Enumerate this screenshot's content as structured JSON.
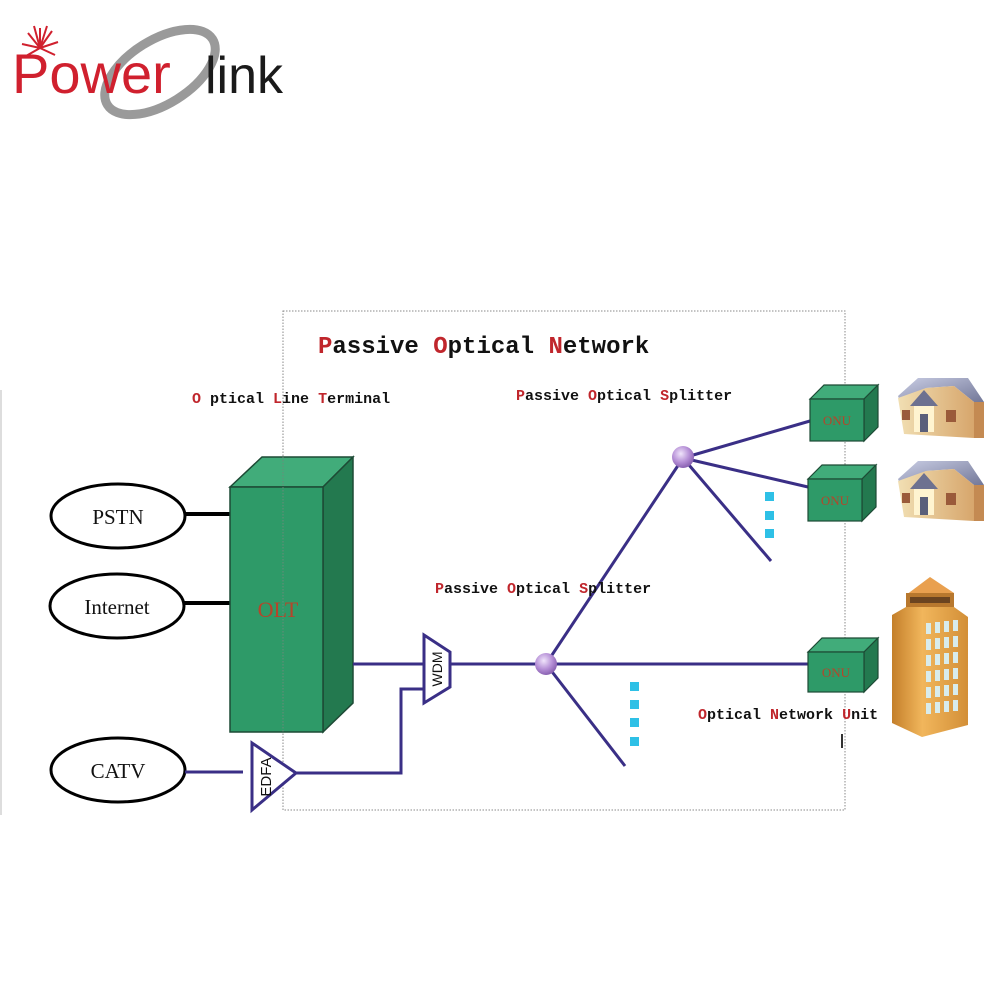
{
  "logo": {
    "brand_part1": "Power",
    "brand_part2": "link",
    "color_primary": "#d0202e",
    "color_secondary": "#1a1a1a",
    "swoosh_color": "#9a9a9a"
  },
  "diagram": {
    "title": {
      "first": "P",
      "rest1": "assive ",
      "second": "O",
      "rest2": "ptical ",
      "third": "N",
      "rest3": "etwork"
    },
    "olt_label": {
      "first": "O",
      "rest1": " ptical ",
      "second": "L",
      "rest2": "ine ",
      "third": "T",
      "rest3": "erminal"
    },
    "splitter_top_label": {
      "first": "P",
      "rest1": "assive ",
      "second": "O",
      "rest2": "ptical ",
      "third": "S",
      "rest3": "plitter"
    },
    "splitter_main_label": {
      "first": "P",
      "rest1": "assive ",
      "second": "O",
      "rest2": "ptical ",
      "third": "S",
      "rest3": "plitter"
    },
    "onu_label": {
      "first": "O",
      "rest1": "ptical ",
      "second": "N",
      "rest2": "etwork ",
      "third": "U",
      "rest3": "nit"
    },
    "sources": [
      {
        "id": "pstn",
        "label": "PSTN"
      },
      {
        "id": "internet",
        "label": "Internet"
      },
      {
        "id": "catv",
        "label": "CATV"
      }
    ],
    "olt": {
      "label": "OLT"
    },
    "edfa": {
      "label": "EDFA"
    },
    "wdm": {
      "label": "WDM"
    },
    "onus": [
      {
        "label": "ONU",
        "premise": "house"
      },
      {
        "label": "ONU",
        "premise": "house"
      },
      {
        "label": "ONU",
        "premise": "office-building"
      }
    ],
    "colors": {
      "fiber": "#3a2f86",
      "box_green": "#2e9a68",
      "box_green_dark": "#23794f",
      "box_green_top": "#41ac7a",
      "accent_red": "#c0262c",
      "ellipsis_dots": "#2ec0e6",
      "splitter": "#b58fd6"
    }
  }
}
